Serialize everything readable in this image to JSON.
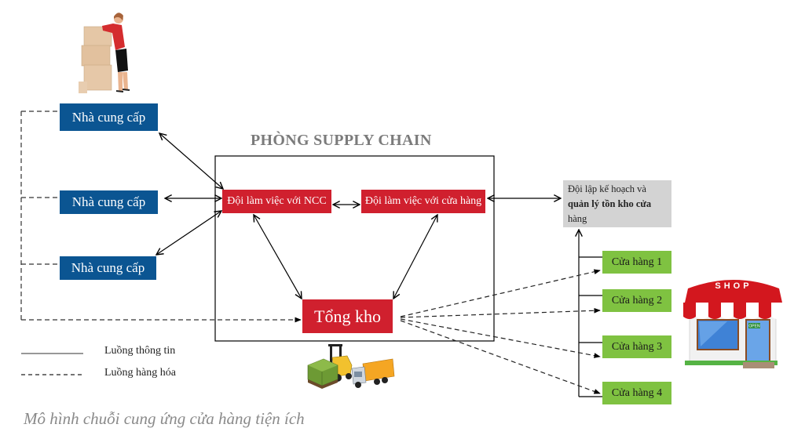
{
  "title": "PHÒNG SUPPLY CHAIN",
  "suppliers": [
    {
      "label": "Nhà cung cấp"
    },
    {
      "label": "Nhà cung cấp"
    },
    {
      "label": "Nhà cung cấp"
    }
  ],
  "teams": {
    "supplier_team": "Đội làm việc với NCC",
    "store_team": "Đội làm việc  với cửa hàng"
  },
  "warehouse": "Tổng kho",
  "planning": {
    "line1": "Đội lập kế hoạch và",
    "line2": "quản lý tồn kho cửa",
    "line3": "hàng"
  },
  "stores": [
    {
      "label": "Cửa hàng 1"
    },
    {
      "label": "Cửa hàng 2"
    },
    {
      "label": "Cửa hàng 3"
    },
    {
      "label": "Cửa hàng 4"
    }
  ],
  "legend": {
    "info_flow": "Luồng thông tin",
    "goods_flow": "Luồng  hàng hóa"
  },
  "shop_sign": "SHOP",
  "shop_door_sign": "OPEN",
  "caption": "Mô hình chuỗi cung ứng cửa hàng tiện ích",
  "colors": {
    "supplier": "#0b5592",
    "team": "#d0202e",
    "store": "#7fc241",
    "planning": "#d3d3d3",
    "title": "#7b7b7b"
  },
  "icons": [
    "person-with-boxes-icon",
    "forklift-truck-icon",
    "shop-icon"
  ]
}
